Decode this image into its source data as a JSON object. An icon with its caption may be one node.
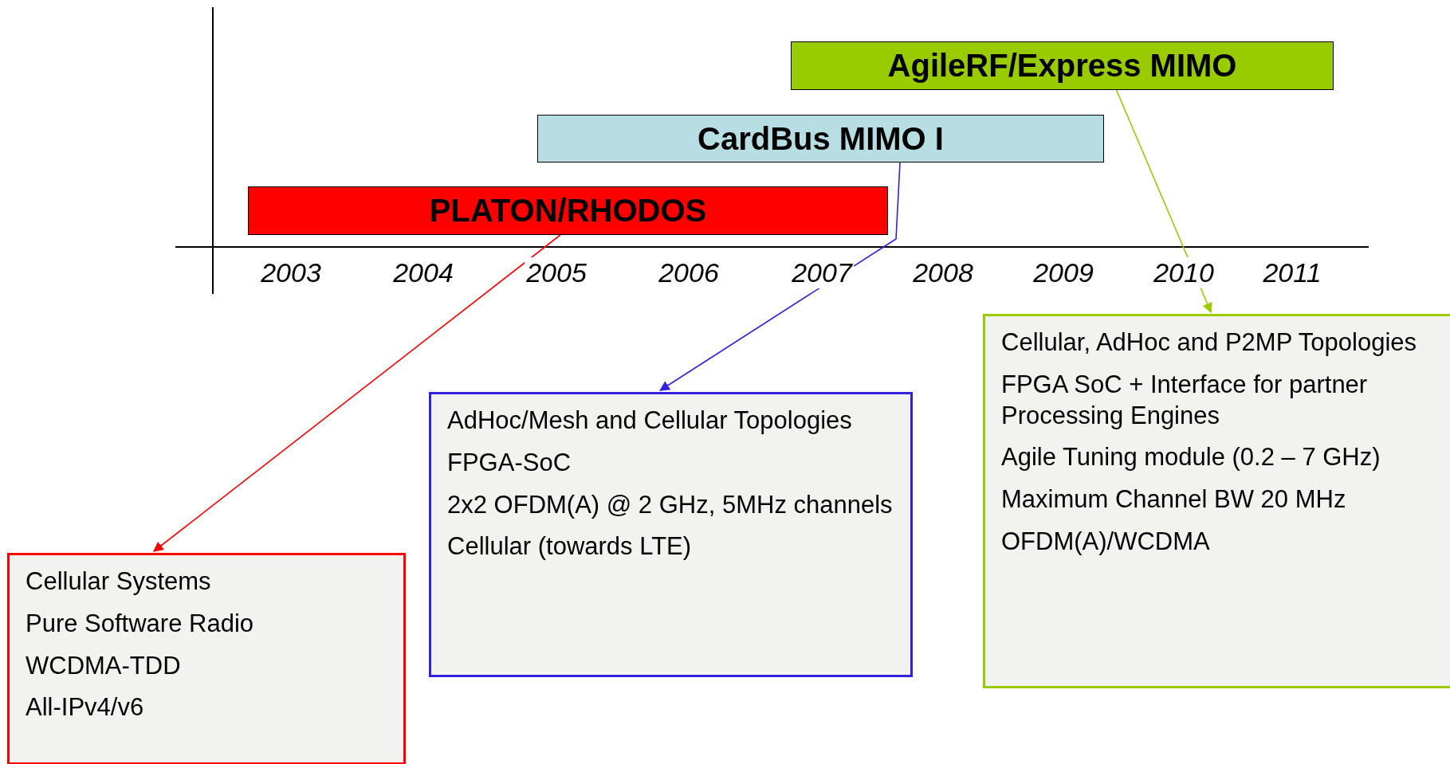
{
  "diagram": {
    "nodes": [
      {
        "text": [
          "PLATON/RHODOS"
        ]
      },
      {
        "text": [
          "CardBus MIMO I"
        ]
      },
      {
        "text": [
          "AgileRF/Express MIMO"
        ]
      },
      {
        "text": [
          "Cellular Systems",
          "Pure Software Radio",
          "WCDMA-TDD",
          "All-IPv4/v6"
        ]
      },
      {
        "text": [
          "AdHoc/Mesh and Cellular Topologies",
          "FPGA-SoC",
          "2x2 OFDM(A) @ 2 GHz, 5MHz channels",
          "Cellular (towards LTE)"
        ]
      },
      {
        "text": [
          "Cellular, AdHoc and P2MP Topologies",
          "FPGA SoC + Interface for partner Processing Engines",
          "Agile Tuning module (0.2 – 7 GHz)",
          "Maximum Channel BW 20 MHz",
          "OFDM(A)/WCDMA"
        ]
      }
    ],
    "edges": [
      {
        "from": 0,
        "to": 3,
        "arrow": "to",
        "color": "#ff0000"
      },
      {
        "from": 1,
        "to": 4,
        "arrow": "to",
        "color": "#3322dd"
      },
      {
        "from": 2,
        "to": 5,
        "arrow": "to",
        "color": "#99cc00"
      }
    ],
    "labels": [
      "2003",
      "2004",
      "2005",
      "2006",
      "2007",
      "2008",
      "2009",
      "2010",
      "2011"
    ]
  }
}
